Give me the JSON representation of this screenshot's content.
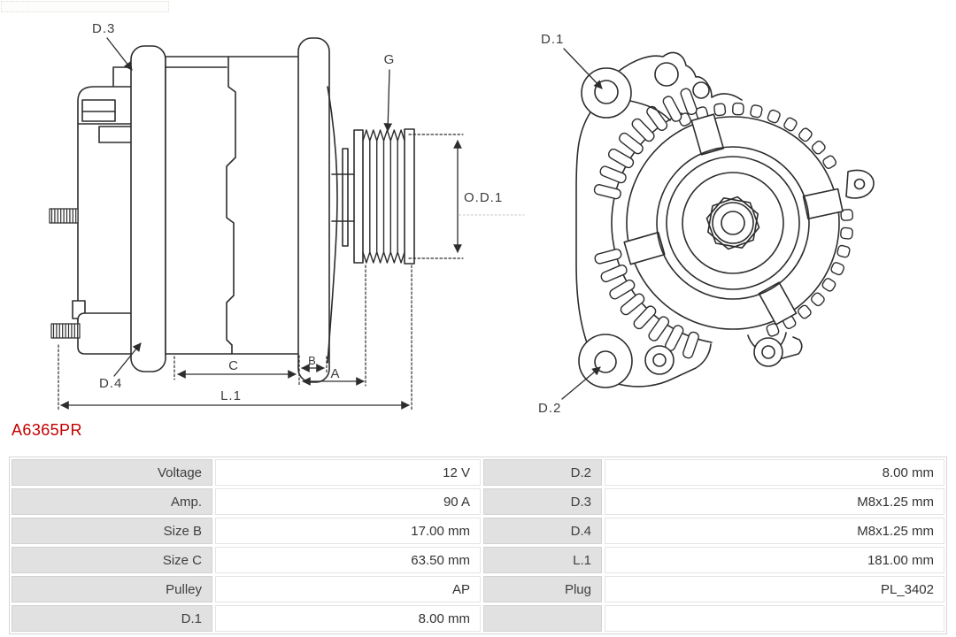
{
  "part_number": "A6365PR",
  "diagram": {
    "labels": {
      "d1": "D.1",
      "d2": "D.2",
      "d3": "D.3",
      "d4": "D.4",
      "g": "G",
      "od1": "O.D.1",
      "a": "A",
      "b": "B",
      "c": "C",
      "l1": "L.1"
    }
  },
  "table": {
    "rows": [
      {
        "label": "Voltage",
        "value": "12 V",
        "label2": "D.2",
        "value2": "8.00 mm"
      },
      {
        "label": "Amp.",
        "value": "90 A",
        "label2": "D.3",
        "value2": "M8x1.25 mm"
      },
      {
        "label": "Size B",
        "value": "17.00 mm",
        "label2": "D.4",
        "value2": "M8x1.25 mm"
      },
      {
        "label": "Size C",
        "value": "63.50 mm",
        "label2": "L.1",
        "value2": "181.00 mm"
      },
      {
        "label": "Pulley",
        "value": "AP",
        "label2": "Plug",
        "value2": "PL_3402"
      },
      {
        "label": "D.1",
        "value": "8.00 mm",
        "label2": "",
        "value2": ""
      }
    ]
  },
  "colors": {
    "part_number": "#c40000",
    "line": "#2d2d2d",
    "label_cell_bg": "#e1e1e1",
    "table_border": "#d5d5d5",
    "label_text": "#3f3f3f",
    "value_text": "#333333"
  }
}
